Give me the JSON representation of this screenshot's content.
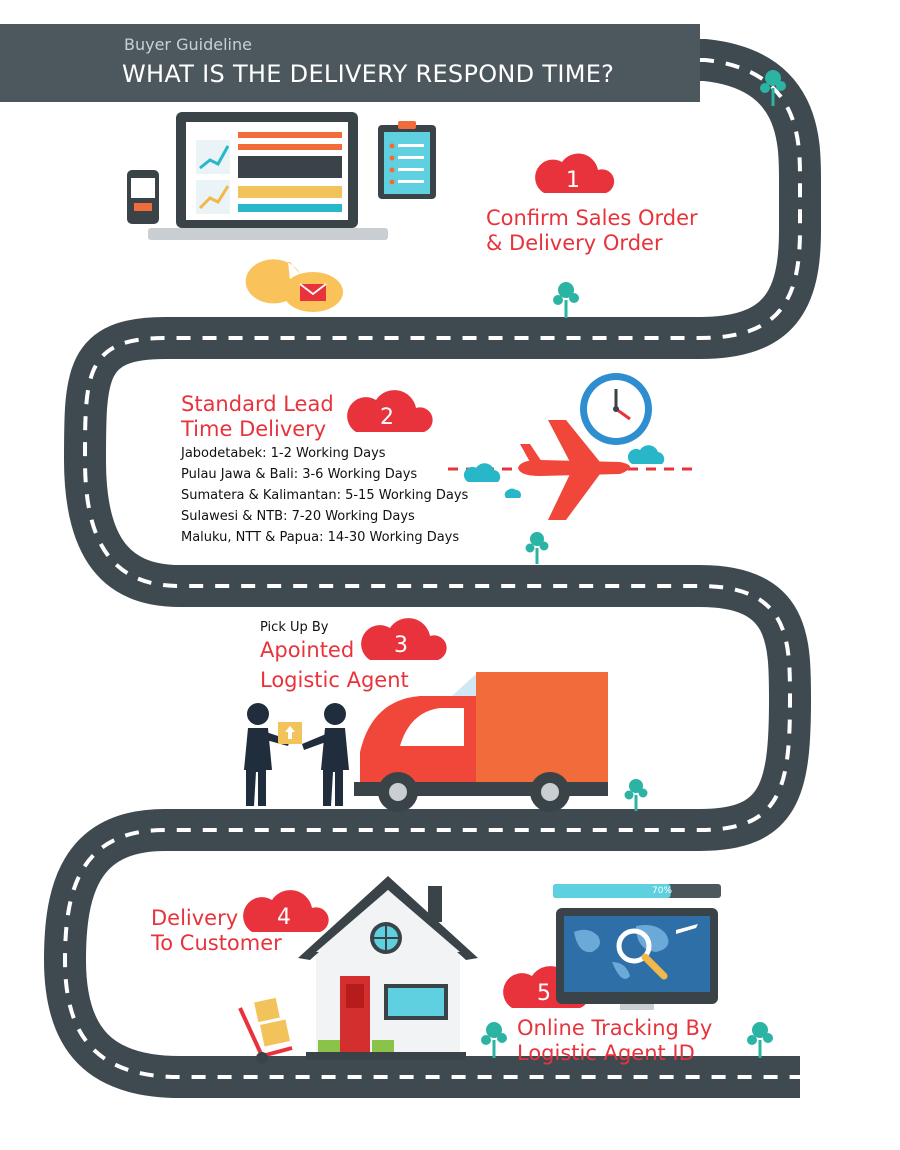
{
  "header": {
    "subtitle": "Buyer Guideline",
    "title": "WHAT IS THE DELIVERY RESPOND TIME?"
  },
  "steps": [
    {
      "number": "1",
      "lines": [
        "Confirm Sales Order",
        "& Delivery Order"
      ]
    },
    {
      "number": "2",
      "lines": [
        "Standard Lead",
        "Time Delivery"
      ],
      "details": [
        "Jabodetabek: 1-2 Working Days",
        "Pulau Jawa & Bali: 3-6 Working Days",
        "Sumatera & Kalimantan: 5-15 Working Days",
        "Sulawesi & NTB: 7-20 Working Days",
        "Maluku, NTT & Papua: 14-30 Working Days"
      ]
    },
    {
      "number": "3",
      "prefix": "Pick Up By",
      "lines": [
        "Apointed",
        "Logistic Agent"
      ]
    },
    {
      "number": "4",
      "lines": [
        "Delivery",
        "To Customer"
      ]
    },
    {
      "number": "5",
      "lines": [
        "Online Tracking By",
        "Logistic Agent ID"
      ]
    }
  ],
  "tracking": {
    "progress_label": "70%",
    "progress": 0.7
  },
  "colors": {
    "road": "#3f4a50",
    "road_marking": "#ffffff",
    "accent_red": "#e8333c",
    "banner": "#4c585e",
    "tree": "#2bb3a3",
    "truck": "#f26b3a"
  },
  "icons": [
    "laptop-icon",
    "phone-icon",
    "clipboard-icon",
    "mail-icon",
    "clock-icon",
    "airplane-icon",
    "truck-icon",
    "people-handover-icon",
    "house-icon",
    "hand-truck-icon",
    "tracking-monitor-icon",
    "tree-icon",
    "cloud-icon"
  ]
}
